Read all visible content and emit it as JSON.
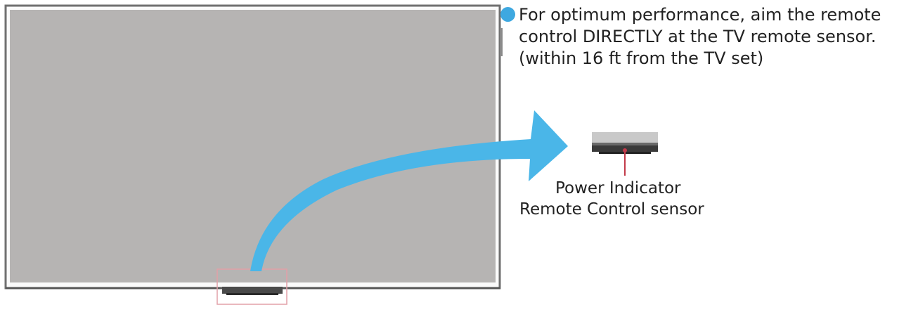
{
  "note": {
    "line1": "For optimum performance, aim the remote",
    "line2": "control DIRECTLY at the TV remote sensor.",
    "line3": "(within 16 ft from the TV set)"
  },
  "sensor_labels": {
    "power_indicator": "Power Indicator",
    "remote_sensor": "Remote Control sensor"
  },
  "icons": {
    "bullet": "blue-dot-bullet",
    "arrow": "curved-arrow",
    "tv": "tv-illustration"
  },
  "colors": {
    "screen": "#b6b4b3",
    "bezel": "#707070",
    "arrow": "#4ab6e8",
    "bullet": "#3ea8e0",
    "highlight_box": "#e2a0a8",
    "indicator_line": "#c23a4a"
  }
}
